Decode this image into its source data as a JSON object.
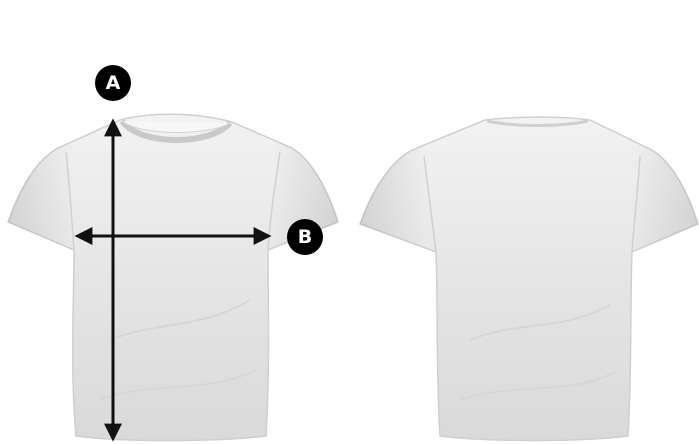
{
  "markers": {
    "a": {
      "label": "A",
      "meaning": "length"
    },
    "b": {
      "label": "B",
      "meaning": "width"
    }
  },
  "colors": {
    "background": "#ffffff",
    "shirt": "#e6e6e6",
    "marker": "#000000",
    "arrow": "#111111"
  },
  "views": [
    "front",
    "back"
  ]
}
